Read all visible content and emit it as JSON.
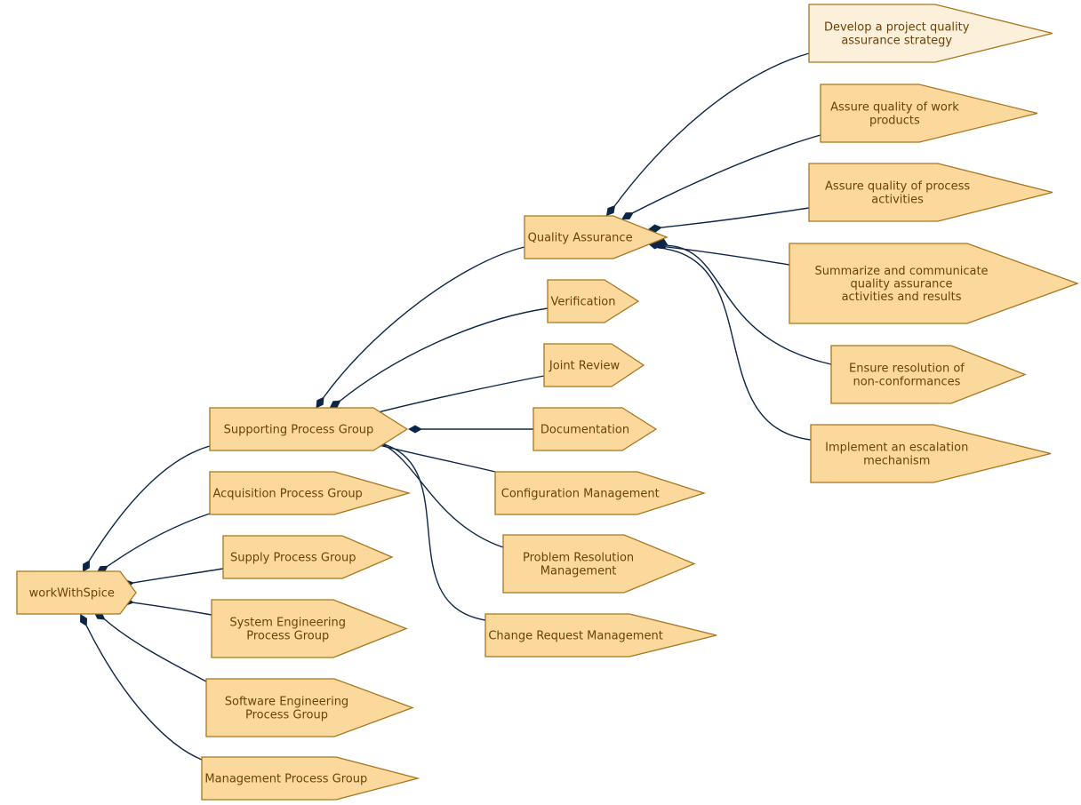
{
  "colors": {
    "node_fill": "#fbd99d",
    "node_fill_highlight": "#fdf0da",
    "node_stroke": "#a8761e",
    "text": "#6b4208",
    "edge": "#0d2648"
  },
  "diagram": {
    "nodes": [
      {
        "id": "root",
        "lines": [
          "workWithSpice"
        ]
      },
      {
        "id": "supporting",
        "lines": [
          "Supporting Process Group"
        ]
      },
      {
        "id": "acquisition",
        "lines": [
          "Acquisition Process Group"
        ]
      },
      {
        "id": "supply",
        "lines": [
          "Supply Process Group"
        ]
      },
      {
        "id": "syseng",
        "lines": [
          "System Engineering",
          "Process Group"
        ]
      },
      {
        "id": "sweng",
        "lines": [
          "Software Engineering",
          "Process Group"
        ]
      },
      {
        "id": "management",
        "lines": [
          "Management Process Group"
        ]
      },
      {
        "id": "qa",
        "lines": [
          "Quality Assurance"
        ]
      },
      {
        "id": "verification",
        "lines": [
          "Verification"
        ]
      },
      {
        "id": "jointreview",
        "lines": [
          "Joint Review"
        ]
      },
      {
        "id": "documentation",
        "lines": [
          "Documentation"
        ]
      },
      {
        "id": "configmgmt",
        "lines": [
          "Configuration Management"
        ]
      },
      {
        "id": "problemres",
        "lines": [
          "Problem Resolution",
          "Management"
        ]
      },
      {
        "id": "changereq",
        "lines": [
          "Change Request Management"
        ]
      },
      {
        "id": "qa1",
        "lines": [
          "Develop a project quality",
          "assurance strategy"
        ],
        "highlight": true
      },
      {
        "id": "qa2",
        "lines": [
          "Assure quality of work",
          "products"
        ]
      },
      {
        "id": "qa3",
        "lines": [
          "Assure quality of process",
          "activities"
        ]
      },
      {
        "id": "qa4",
        "lines": [
          "Summarize and communicate",
          "quality assurance",
          "activities and results"
        ]
      },
      {
        "id": "qa5",
        "lines": [
          "Ensure resolution of",
          "non-conformances"
        ]
      },
      {
        "id": "qa6",
        "lines": [
          "Implement an escalation",
          "mechanism"
        ]
      }
    ],
    "edges": [
      {
        "from": "root",
        "to": "supporting"
      },
      {
        "from": "root",
        "to": "acquisition"
      },
      {
        "from": "root",
        "to": "supply"
      },
      {
        "from": "root",
        "to": "syseng"
      },
      {
        "from": "root",
        "to": "sweng"
      },
      {
        "from": "root",
        "to": "management"
      },
      {
        "from": "supporting",
        "to": "qa"
      },
      {
        "from": "supporting",
        "to": "verification"
      },
      {
        "from": "supporting",
        "to": "jointreview"
      },
      {
        "from": "supporting",
        "to": "documentation"
      },
      {
        "from": "supporting",
        "to": "configmgmt"
      },
      {
        "from": "supporting",
        "to": "problemres"
      },
      {
        "from": "supporting",
        "to": "changereq"
      },
      {
        "from": "qa",
        "to": "qa1"
      },
      {
        "from": "qa",
        "to": "qa2"
      },
      {
        "from": "qa",
        "to": "qa3"
      },
      {
        "from": "qa",
        "to": "qa4"
      },
      {
        "from": "qa",
        "to": "qa5"
      },
      {
        "from": "qa",
        "to": "qa6"
      }
    ]
  }
}
